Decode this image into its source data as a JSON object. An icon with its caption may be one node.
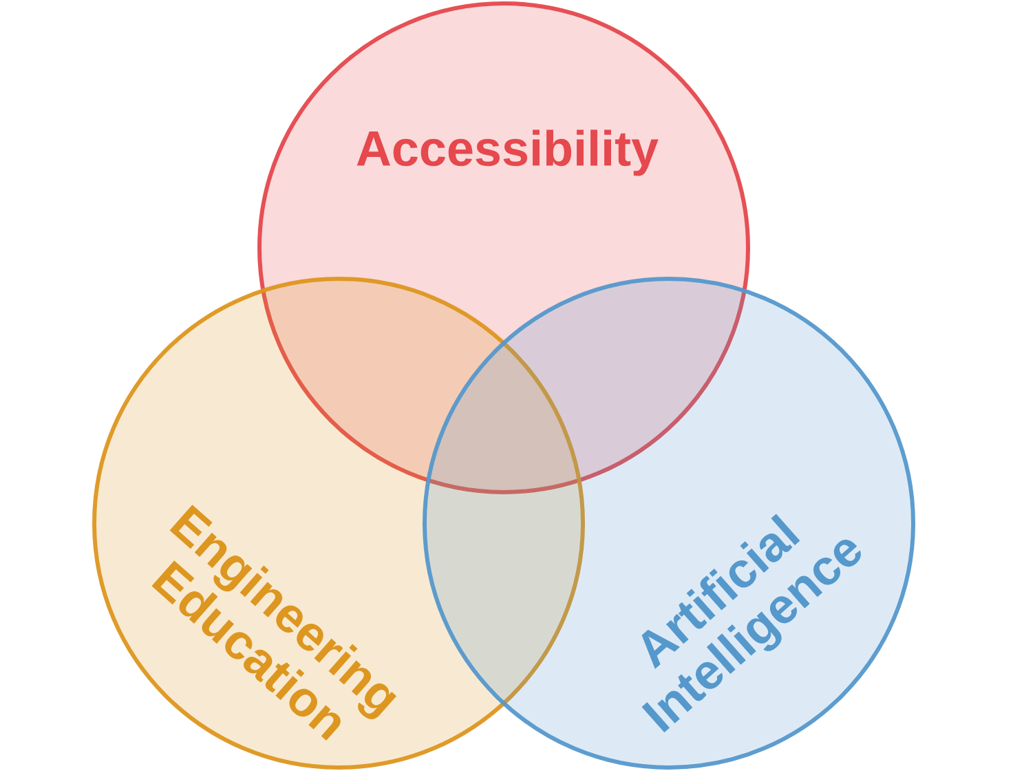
{
  "diagram": {
    "nodes": [
      {
        "text": [
          "Accessibility"
        ]
      },
      {
        "text": [
          "Engineering Education"
        ]
      },
      {
        "text": [
          "Artificial Intelligence"
        ]
      }
    ]
  }
}
